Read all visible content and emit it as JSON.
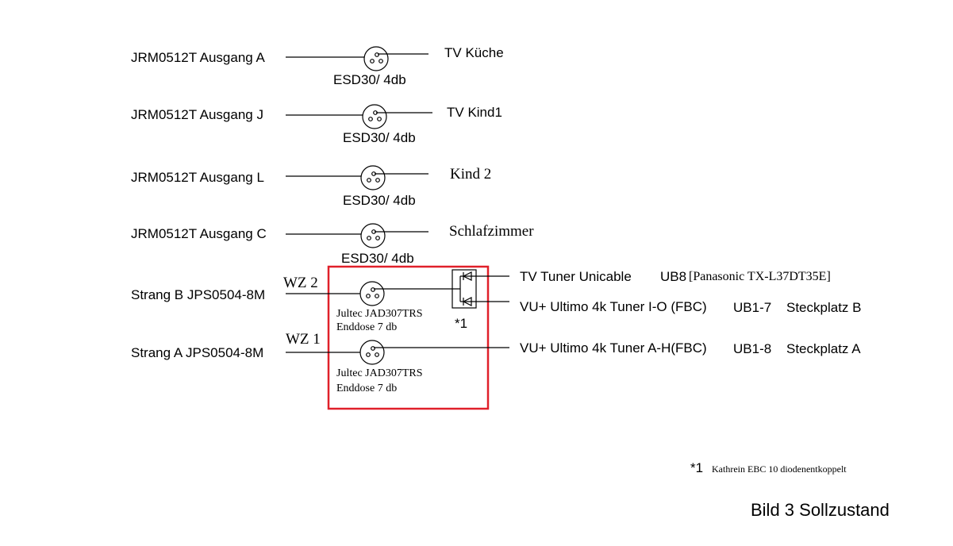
{
  "rows": [
    {
      "source": "JRM0512T Ausgang A",
      "device": "ESD30/ 4db",
      "target": "TV Küche"
    },
    {
      "source": "JRM0512T Ausgang J",
      "device": "ESD30/ 4db",
      "target": "TV Kind1"
    },
    {
      "source": "JRM0512T Ausgang L",
      "device": "ESD30/ 4db",
      "target": "Kind 2"
    },
    {
      "source": "JRM0512T Ausgang C",
      "device": "ESD30/ 4db",
      "target": "Schlafzimmer"
    }
  ],
  "box": {
    "wz2": {
      "label": "WZ 2",
      "source": "Strang B JPS0504-8M",
      "device_line1": "Jultec JAD307TRS",
      "device_line2": "Enddose   7 db"
    },
    "wz1": {
      "label": "WZ 1",
      "source": "Strang A JPS0504-8M",
      "device_line1": "Jultec JAD307TRS",
      "device_line2": "Enddose   7 db"
    },
    "diode_marker": "*1",
    "highlight_color": "#e0202a"
  },
  "outputs": [
    {
      "name": "TV Tuner Unicable",
      "ub": "UB8",
      "note": "[Panasonic TX-L37DT35E]"
    },
    {
      "name": "VU+ Ultimo 4k Tuner I-O (FBC)",
      "ub": "UB1-7",
      "note": "Steckplatz B"
    },
    {
      "name": "VU+ Ultimo 4k Tuner A-H(FBC)",
      "ub": "UB1-8",
      "note": "Steckplatz A"
    }
  ],
  "footnote": {
    "marker": "*1",
    "text": "Kathrein EBC 10 diodenentkoppelt"
  },
  "caption": "Bild 3 Sollzustand"
}
